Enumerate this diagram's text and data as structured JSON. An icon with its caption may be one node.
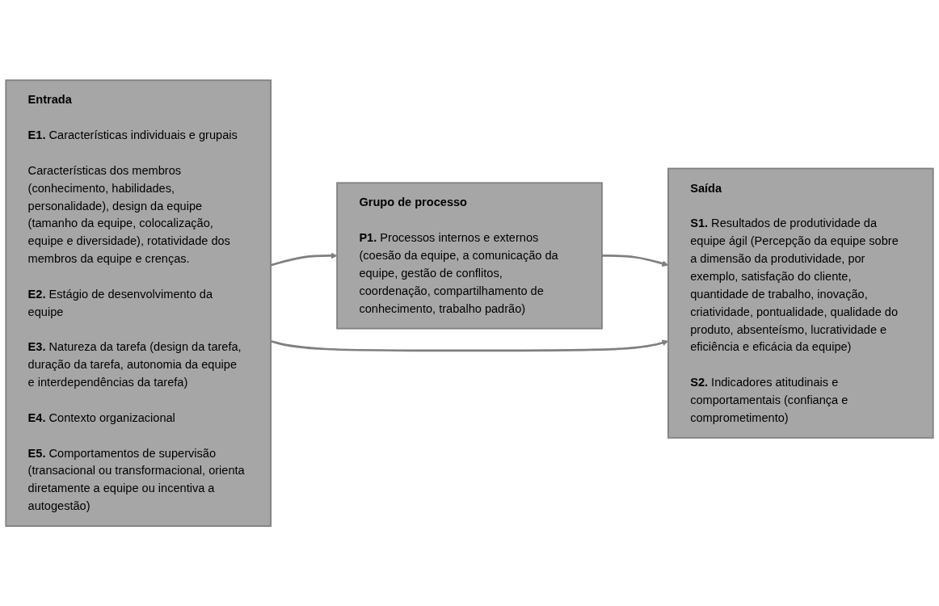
{
  "diagram": {
    "nodes": [
      {
        "text": [
          "Entrada",
          "**E1.** Características individuais e grupais",
          "Características dos membros (conhecimento, habilidades, personalidade), design da equipe (tamanho da equipe, colocalização, equipe e diversidade), rotatividade dos membros da equipe e crenças.",
          "**E2.** Estágio de desenvolvimento da equipe",
          "**E3.** Natureza da tarefa (design da tarefa, duração da tarefa, autonomia da equipe e interdependências da tarefa)",
          "**E4.** Contexto organizacional",
          "**E5.** Comportamentos de supervisão (transacional ou transformacional, orienta diretamente a equipe ou incentiva a autogestão)"
        ]
      },
      {
        "text": [
          "Grupo de processo",
          "**P1.** Processos internos e externos (coesão da equipe, a comunicação da equipe, gestão de conflitos, coordenação, compartilhamento de conhecimento, trabalho padrão)"
        ]
      },
      {
        "text": [
          "Saída",
          "**S1.** Resultados de produtividade da equipe ágil (Percepção da equipe sobre a dimensão da produtividade, por exemplo, satisfação do cliente, quantidade de trabalho, inovação, criatividade, pontualidade, qualidade do produto, absenteísmo, lucratividade e eficiência e eficácia da equipe)",
          "**S2.** Indicadores atitudinais e comportamentais (confiança e comprometimento)"
        ]
      }
    ],
    "edges": [
      {
        "from": 0,
        "to": 1,
        "arrow": "to"
      },
      {
        "from": 1,
        "to": 2,
        "arrow": "to"
      },
      {
        "from": 0,
        "to": 2,
        "arrow": "to"
      }
    ]
  }
}
